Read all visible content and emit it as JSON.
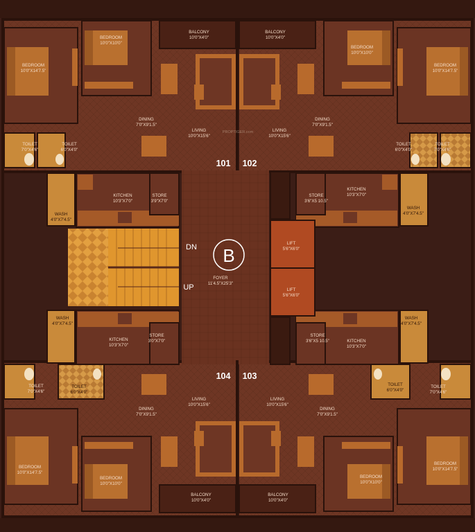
{
  "watermark": "PROPTIGER.com",
  "block": "B",
  "stairs": {
    "down": "DN",
    "up": "UP"
  },
  "foyer": {
    "name": "FOYER",
    "size": "11'4.5\"X25'3\""
  },
  "lifts": [
    {
      "name": "LIFT",
      "size": "5'6\"X6'0\""
    },
    {
      "name": "LIFT",
      "size": "5'6\"X6'0\""
    }
  ],
  "units": {
    "u101": {
      "number": "101",
      "bedroom_a": {
        "name": "BEDROOM",
        "size": "10'0\"X14'7.5\""
      },
      "bedroom_b": {
        "name": "BEDROOM",
        "size": "10'0\"X10'0\""
      },
      "balcony": {
        "name": "BALCONY",
        "size": "10'0\"X4'0\""
      },
      "dining": {
        "name": "DINING",
        "size": "7'0\"X9'1.5\""
      },
      "living": {
        "name": "LIVING",
        "size": "10'0\"X15'6\""
      },
      "toilet_a": {
        "name": "TOILET",
        "size": "7'0\"X4'6\""
      },
      "toilet_b": {
        "name": "TOILET",
        "size": "6'0\"X4'0\""
      },
      "kitchen": {
        "name": "KITCHEN",
        "size": "10'3\"X7'0\""
      },
      "store": {
        "name": "STORE",
        "size": "3'9\"X7'0\""
      },
      "wash": {
        "name": "WASH",
        "size": "4'0\"X7'4.5\""
      }
    },
    "u102": {
      "number": "102",
      "bedroom_a": {
        "name": "BEDROOM",
        "size": "10'0\"X14'7.5\""
      },
      "bedroom_b": {
        "name": "BEDROOM",
        "size": "10'0\"X10'0\""
      },
      "balcony": {
        "name": "BALCONY",
        "size": "10'0\"X4'0\""
      },
      "dining": {
        "name": "DINING",
        "size": "7'0\"X9'1.5\""
      },
      "living": {
        "name": "LIVING",
        "size": "10'0\"X15'6\""
      },
      "toilet_a": {
        "name": "TOILET",
        "size": "7'0\"X4'6\""
      },
      "toilet_b": {
        "name": "TOILET",
        "size": "6'0\"X4'0\""
      },
      "kitchen": {
        "name": "KITCHEN",
        "size": "10'3\"X7'0\""
      },
      "store": {
        "name": "STORE",
        "size": "3'6\"X5 10.5\""
      },
      "wash": {
        "name": "WASH",
        "size": "4'0\"X7'4.5\""
      }
    },
    "u103": {
      "number": "103",
      "bedroom_a": {
        "name": "BEDROOM",
        "size": "10'0\"X14'7.5\""
      },
      "bedroom_b": {
        "name": "BEDROOM",
        "size": "10'0\"X10'0\""
      },
      "balcony": {
        "name": "BALCONY",
        "size": "10'0\"X4'0\""
      },
      "dining": {
        "name": "DINING",
        "size": "7'0\"X9'1.5\""
      },
      "living": {
        "name": "LIVING",
        "size": "10'0\"X15'6\""
      },
      "toilet_a": {
        "name": "TOILET",
        "size": "7'0\"X4'6\""
      },
      "toilet_b": {
        "name": "TOILET",
        "size": "6'0\"X4'0\""
      },
      "kitchen": {
        "name": "KITCHEN",
        "size": "10'3\"X7'0\""
      },
      "store": {
        "name": "STORE",
        "size": "3'6\"X5 10.5\""
      },
      "wash": {
        "name": "WASH",
        "size": "4'0\"X7'4.5\""
      }
    },
    "u104": {
      "number": "104",
      "bedroom_a": {
        "name": "BEDROOM",
        "size": "10'0\"X14'7.5\""
      },
      "bedroom_b": {
        "name": "BEDROOM",
        "size": "10'0\"X10'0\""
      },
      "balcony": {
        "name": "BALCONY",
        "size": "10'0\"X4'0\""
      },
      "dining": {
        "name": "DINING",
        "size": "7'0\"X9'1.5\""
      },
      "living": {
        "name": "LIVING",
        "size": "10'0\"X15'6\""
      },
      "toilet_a": {
        "name": "TOILET",
        "size": "7'0\"X4'6\""
      },
      "toilet_b": {
        "name": "TOILET",
        "size": "6'0\"X4'0\""
      },
      "kitchen": {
        "name": "KITCHEN",
        "size": "10'3\"X7'0\""
      },
      "store": {
        "name": "STORE",
        "size": "3'0\"X7'0\""
      },
      "wash": {
        "name": "WASH",
        "size": "4'0\"X7'4.5\""
      }
    }
  },
  "colors": {
    "background": "#3b1d16",
    "floor": "#6e3624",
    "floor_tile": "#7a3f2a",
    "wall": "#2a120b",
    "furniture": "#b86a2c",
    "counter": "#a55a28",
    "toilet_floor": "#c98a3a",
    "lift": "#b04a22",
    "stair": "#e0962e",
    "foyer": "#6a3020",
    "accent_white": "#ffffff"
  }
}
